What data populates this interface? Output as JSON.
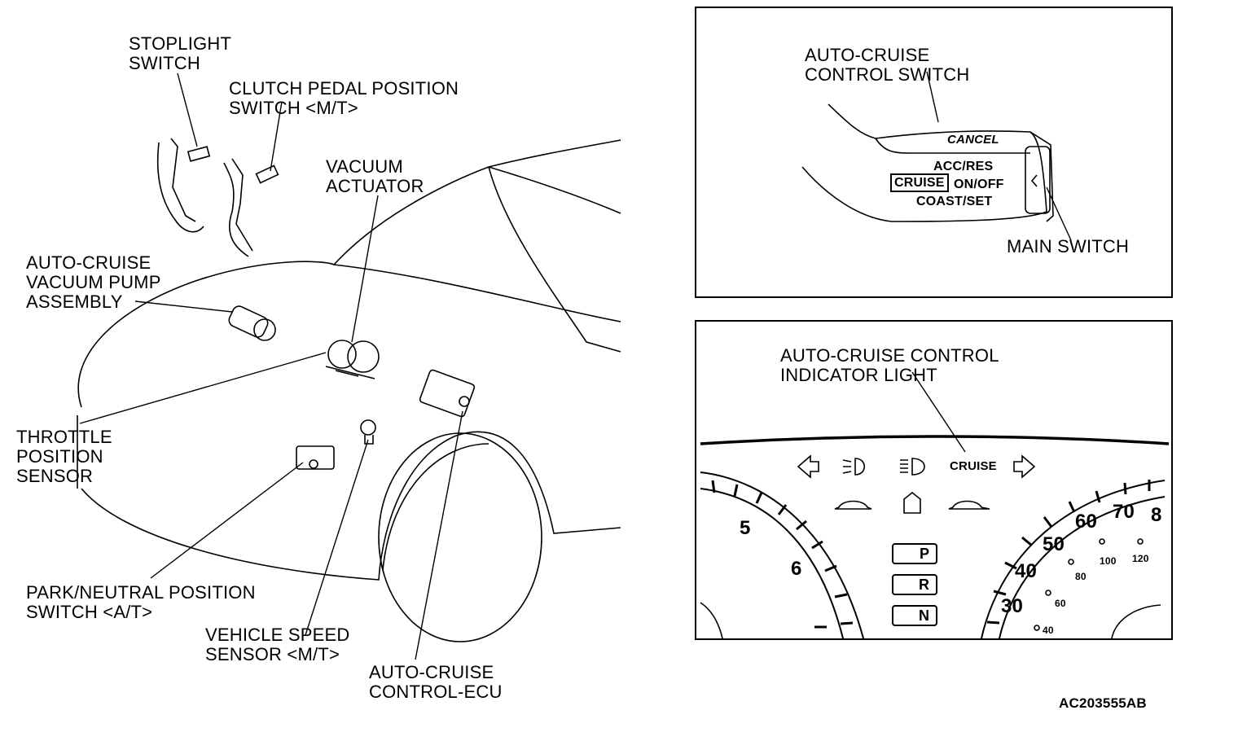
{
  "left_labels": {
    "stoplight_switch": "STOPLIGHT\nSWITCH",
    "clutch_pedal_switch": "CLUTCH PEDAL POSITION\nSWITCH <M/T>",
    "vacuum_actuator": "VACUUM\nACTUATOR",
    "vacuum_pump": "AUTO-CRUISE\nVACUUM PUMP\nASSEMBLY",
    "throttle_sensor": "THROTTLE\nPOSITION\nSENSOR",
    "park_neutral_switch": "PARK/NEUTRAL POSITION\nSWITCH <A/T>",
    "vehicle_speed_sensor": "VEHICLE SPEED\nSENSOR <M/T>",
    "control_ecu": "AUTO-CRUISE\nCONTROL-ECU"
  },
  "switch_panel": {
    "title": "AUTO-CRUISE\nCONTROL SWITCH",
    "cancel": "CANCEL",
    "acc_res": "ACC/RES",
    "cruise": "CRUISE",
    "on_off": "ON/OFF",
    "coast_set": "COAST/SET",
    "main_switch": "MAIN SWITCH"
  },
  "indicator_panel": {
    "title": "AUTO-CRUISE CONTROL\nINDICATOR LIGHT",
    "cruise_light": "CRUISE",
    "gears": [
      "P",
      "R",
      "N"
    ],
    "tach_numbers": [
      "5",
      "6"
    ],
    "speed_major": [
      "30",
      "40",
      "50",
      "60",
      "70",
      "8"
    ],
    "speed_minor": [
      "40",
      "60",
      "80",
      "100",
      "120"
    ]
  },
  "figure_code": "AC203555AB"
}
